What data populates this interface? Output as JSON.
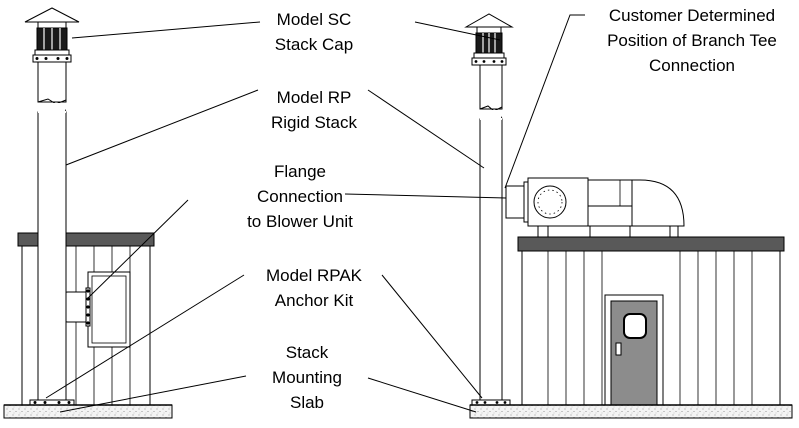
{
  "labels": {
    "stack_cap": [
      "Model SC",
      "Stack Cap"
    ],
    "rigid_stack": [
      "Model RP",
      "Rigid Stack"
    ],
    "flange": [
      "Flange",
      "Connection",
      "to Blower Unit"
    ],
    "anchor_kit": [
      "Model RPAK",
      "Anchor Kit"
    ],
    "mounting_slab": [
      "Stack",
      "Mounting",
      "Slab"
    ],
    "branch_tee": [
      "Customer Determined",
      "Position of Branch Tee",
      "Connection"
    ]
  },
  "colors": {
    "roof": "#595959",
    "door": "#8c8c8c",
    "slab": "#eeeeee",
    "line": "#000000"
  }
}
